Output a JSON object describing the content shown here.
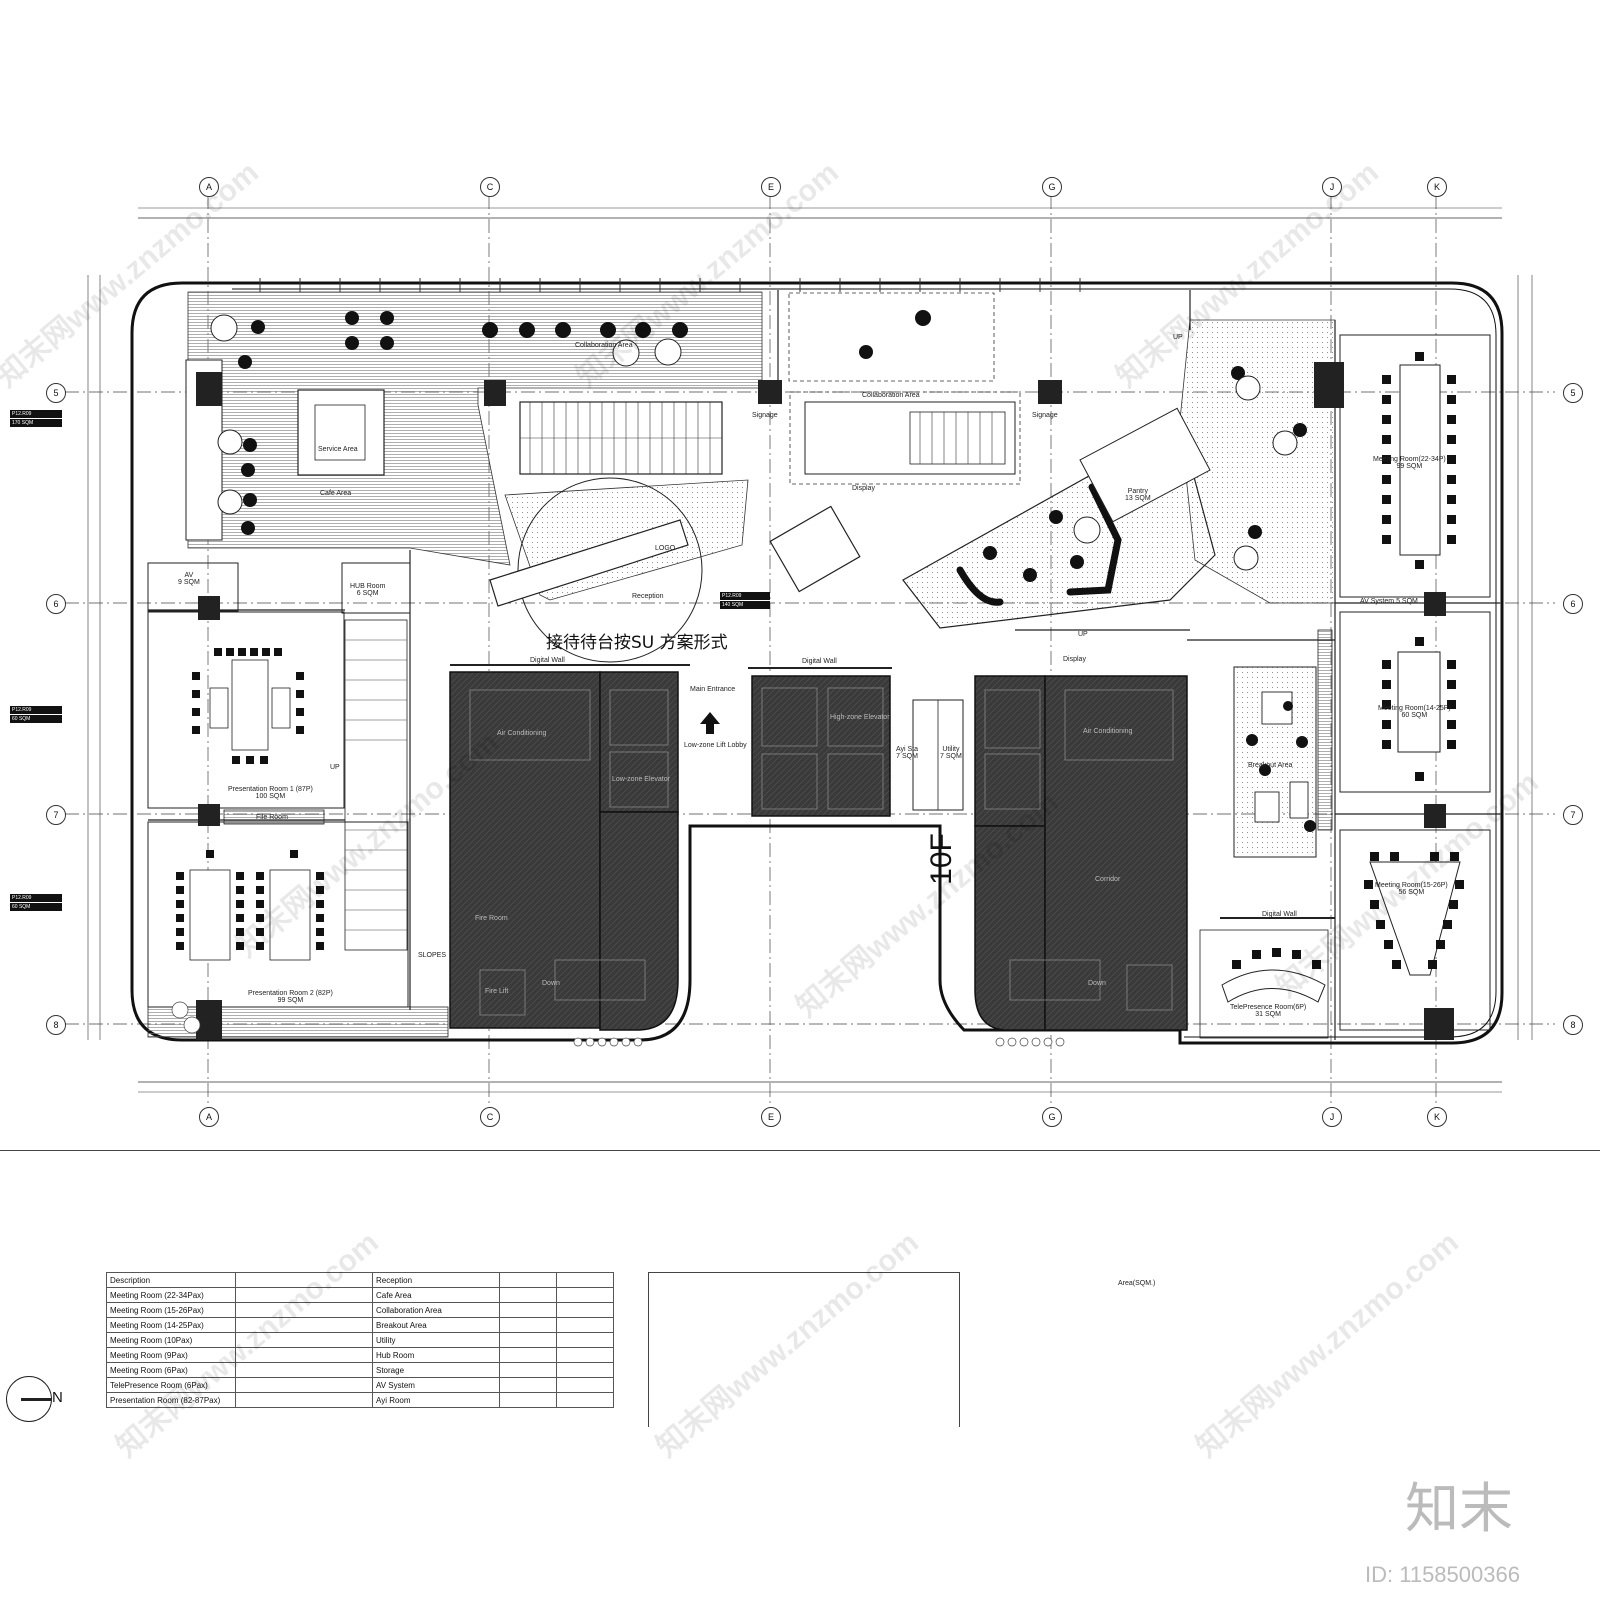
{
  "grid": {
    "columns": [
      "A",
      "C",
      "E",
      "G",
      "J",
      "K"
    ],
    "rows": [
      "5",
      "6",
      "7",
      "8"
    ]
  },
  "floor_label": "10F",
  "su_note": "接待待台按SU 方案形式",
  "rooms": {
    "collab_top": "Collaboration Area",
    "collab_mid": "Collaboration Area",
    "cafe": "Cafe Area",
    "service": "Service Area",
    "display_mid": "Display",
    "display_right": "Display",
    "digital_wall_1": "Digital Wall",
    "digital_wall_2": "Digital Wall",
    "digital_wall_3": "Digital Wall",
    "reception": "Reception",
    "logo": "LOGO",
    "pantry_name": "Pantry",
    "pantry_area": "13 SQM",
    "meeting_22_name": "Meeting Room(22-34P)",
    "meeting_22_area": "99 SQM",
    "meeting_14_name": "Meeting Room(14-25P)",
    "meeting_14_area": "60 SQM",
    "meeting_15_name": "Meeting Room(15-26P)",
    "meeting_15_area": "56 SQM",
    "av_system_name": "AV System",
    "av_system_area": "5 SQM",
    "breakout": "Breakout Area",
    "telepresence_name": "TelePresence Room(6P)",
    "telepresence_area": "31 SQM",
    "av_name": "AV",
    "av_area": "9 SQM",
    "hub_name": "HUB Room",
    "hub_area": "6 SQM",
    "pres1_name": "Presentation Room 1 (87P)",
    "pres1_area": "100 SQM",
    "pres2_name": "Presentation Room 2 (82P)",
    "pres2_area": "99 SQM",
    "file_room": "File Room",
    "slopes": "SLOPES",
    "main_entrance": "Main Entrance",
    "lift_lobby": "Low-zone Lift Lobby",
    "aircon_1": "Air Conditioning",
    "aircon_2": "Air Conditioning",
    "ayi_name": "Ayi Sta",
    "ayi_area": "7 SQM",
    "utility_name": "Utility",
    "utility_area": "7 SQM",
    "signage_1": "Signage",
    "signage_2": "Signage",
    "up_1": "UP",
    "up_2": "UP",
    "up_3": "UP",
    "fire_room": "Fire Room",
    "fire_lift": "Fire Lift",
    "corridor": "Corridor",
    "low_elev": "Low-zone Elevator",
    "high_elev": "High-zone Elevator",
    "down_1": "Down",
    "down_2": "Down"
  },
  "side_tags": [
    {
      "code": "P12.R09",
      "area": "170 SQM"
    },
    {
      "code": "P12.R09",
      "area": "60 SQM"
    },
    {
      "code": "P12.R09",
      "area": "60 SQM"
    }
  ],
  "reception_tag": {
    "code": "P12.R09",
    "area": "140 SQM"
  },
  "legend": {
    "header": "Description",
    "left": [
      "Meeting Room (22-34Pax)",
      "Meeting Room (15-26Pax)",
      "Meeting Room (14-25Pax)",
      "Meeting Room (10Pax)",
      "Meeting Room (9Pax)",
      "Meeting Room (6Pax)",
      "TelePresence Room (6Pax)",
      "Presentation Room (82-87Pax)"
    ],
    "right": [
      "Reception",
      "Cafe Area",
      "Collaboration Area",
      "Breakout Area",
      "Utility",
      "Hub Room",
      "Storage",
      "AV System",
      "Ayi Room"
    ],
    "area_title": "Area(SQM.)"
  },
  "north": "N",
  "brand": "知末",
  "image_id": "ID: 1158500366",
  "watermark": "知末网www.znzmo.com",
  "colors": {
    "line": "#222222",
    "core": "#3a3a3a",
    "hatch": "#9a9a9a"
  }
}
